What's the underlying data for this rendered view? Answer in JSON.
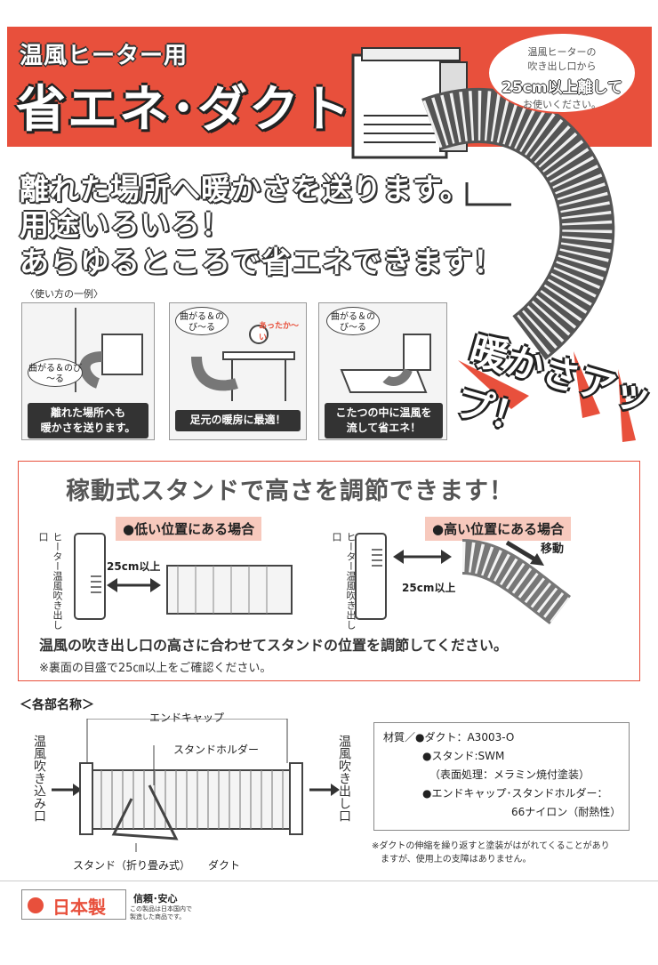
{
  "header": {
    "subtitle": "温風ヒーター用",
    "title": "省エネ･ダクト",
    "bubble": {
      "line1": "温風ヒーターの",
      "line2": "吹き出し口から",
      "line3": "25cm以上離して",
      "line4": "お使いください。"
    }
  },
  "headlines": [
    "離れた場所へ暖かさを送ります。",
    "用途いろいろ！",
    "あらゆるところで省エネできます！"
  ],
  "usage": {
    "label": "〈使い方の一例〉",
    "panels": [
      {
        "tag": "曲がる＆のび～る",
        "caption1": "離れた場所へも",
        "caption2": "暖かさを送ります。"
      },
      {
        "tag": "曲がる＆のび～る",
        "bubble": "あったか～い",
        "caption1": "足元の暖房に最適！",
        "caption2": ""
      },
      {
        "tag": "曲がる＆のび～る",
        "caption1": "こたつの中に温風を",
        "caption2": "流して省エネ！"
      }
    ],
    "warm_text": "暖かさアップ！"
  },
  "stand": {
    "title": "稼動式スタンドで高さを調節できます！",
    "low_label": "●低い位置にある場合",
    "high_label": "●高い位置にある場合",
    "distance": "25cm以上",
    "heater_label": "ヒーター温風吹き出し口",
    "move": "移動",
    "instruction": "温風の吹き出し口の高さに合わせてスタンドの位置を調節してください。",
    "note": "※裏面の目盛で25㎝以上をご確認ください。"
  },
  "parts": {
    "label": "＜各部名称＞",
    "end_cap": "エンドキャップ",
    "stand_holder": "スタンドホルダー",
    "stand": "スタンド（折り畳み式）",
    "duct": "ダクト",
    "inlet": "温風吹き込み口",
    "outlet": "温風吹き出し口"
  },
  "materials": {
    "l1": "材質／●ダクト：A3003-O",
    "l2": "●スタンド:SWM",
    "l3": "（表面処理：メラミン焼付塗装）",
    "l4": "●エンドキャップ･スタンドホルダー：",
    "l5": "66ナイロン（耐熱性）",
    "note1": "※ダクトの伸縮を繰り返すと塗装がはがれてくることがあり",
    "note2": "ますが、使用上の支障はありません。"
  },
  "footer": {
    "made": "日本製",
    "trust": "信頼･安心",
    "desc1": "この製品は日本国内で",
    "desc2": "製造した商品です。"
  },
  "colors": {
    "accent": "#e8503c",
    "accent_light": "#f7c9bd"
  }
}
